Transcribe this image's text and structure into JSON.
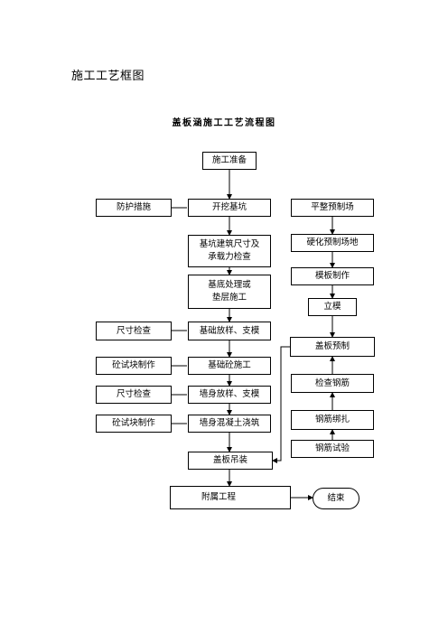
{
  "page": {
    "title": "施工工艺框图"
  },
  "diagram": {
    "title": "盖板涵施工工艺流程图",
    "nodes": {
      "start": "施工准备",
      "excavate": "开挖基坑",
      "protect": "防护措施",
      "check_pit": "基坑建筑尺寸及\n承载力检查",
      "treat_base": "基底处理或\n垫层施工",
      "found_layout": "基础放样、支模",
      "dim_check_1": "尺寸检查",
      "found_concrete": "基础砼施工",
      "test_block_1": "砼试块制作",
      "wall_layout": "墙身放样、支模",
      "dim_check_2": "尺寸检查",
      "wall_concrete": "墙身混凝土浇筑",
      "test_block_2": "砼试块制作",
      "slab_lift": "盖板吊装",
      "accessory": "附属工程",
      "end": "结束",
      "level_site": "平整预制场",
      "harden_site": "硬化预制场地",
      "make_form": "模板制作",
      "erect_form": "立模",
      "slab_precast": "盖板预制",
      "check_rebar": "检查钢筋",
      "tie_rebar": "钢筋绑扎",
      "test_rebar": "钢筋试验"
    }
  }
}
